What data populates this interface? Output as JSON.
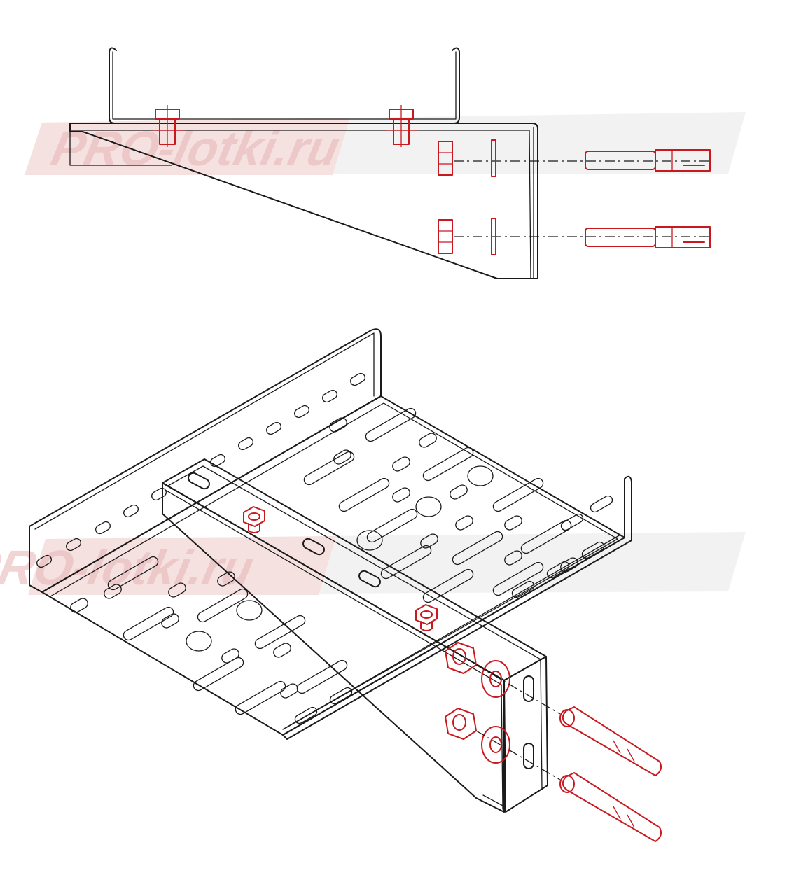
{
  "watermark": {
    "text_top": "PRO-lotki.ru",
    "text_bottom": "PRO-lotki.ru",
    "color": "#e8a0a0",
    "band_color": "#f1f1f1"
  },
  "colors": {
    "line": "#1a1a1a",
    "hardware": "#c8191f",
    "background": "#ffffff"
  },
  "views": {
    "side_view": "orthographic side view of wall bracket with cable tray",
    "isometric_view": "isometric view of cable tray mounted on wall bracket"
  }
}
